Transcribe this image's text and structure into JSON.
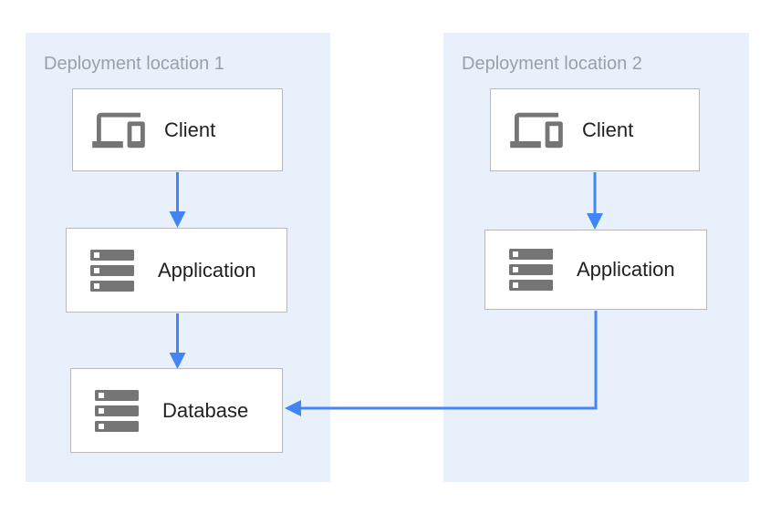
{
  "diagram": {
    "type": "architecture-diagram",
    "groups": [
      {
        "id": "deployment-location-1",
        "label": "Deployment location 1",
        "nodes": [
          {
            "id": "client-1",
            "label": "Client",
            "icon": "client-devices-icon"
          },
          {
            "id": "application-1",
            "label": "Application",
            "icon": "server-stack-icon"
          },
          {
            "id": "database-1",
            "label": "Database",
            "icon": "server-stack-icon"
          }
        ]
      },
      {
        "id": "deployment-location-2",
        "label": "Deployment location 2",
        "nodes": [
          {
            "id": "client-2",
            "label": "Client",
            "icon": "client-devices-icon"
          },
          {
            "id": "application-2",
            "label": "Application",
            "icon": "server-stack-icon"
          }
        ]
      }
    ],
    "edges": [
      {
        "from": "client-1",
        "to": "application-1"
      },
      {
        "from": "application-1",
        "to": "database-1"
      },
      {
        "from": "client-2",
        "to": "application-2"
      },
      {
        "from": "application-2",
        "to": "database-1"
      }
    ],
    "colors": {
      "zone_background": "#E8F1FB",
      "node_background": "#FFFFFF",
      "node_border": "#B9B9B9",
      "arrow": "#4285F4",
      "icon": "#757575",
      "group_label": "#9AA0A6",
      "node_label": "#212121"
    }
  }
}
